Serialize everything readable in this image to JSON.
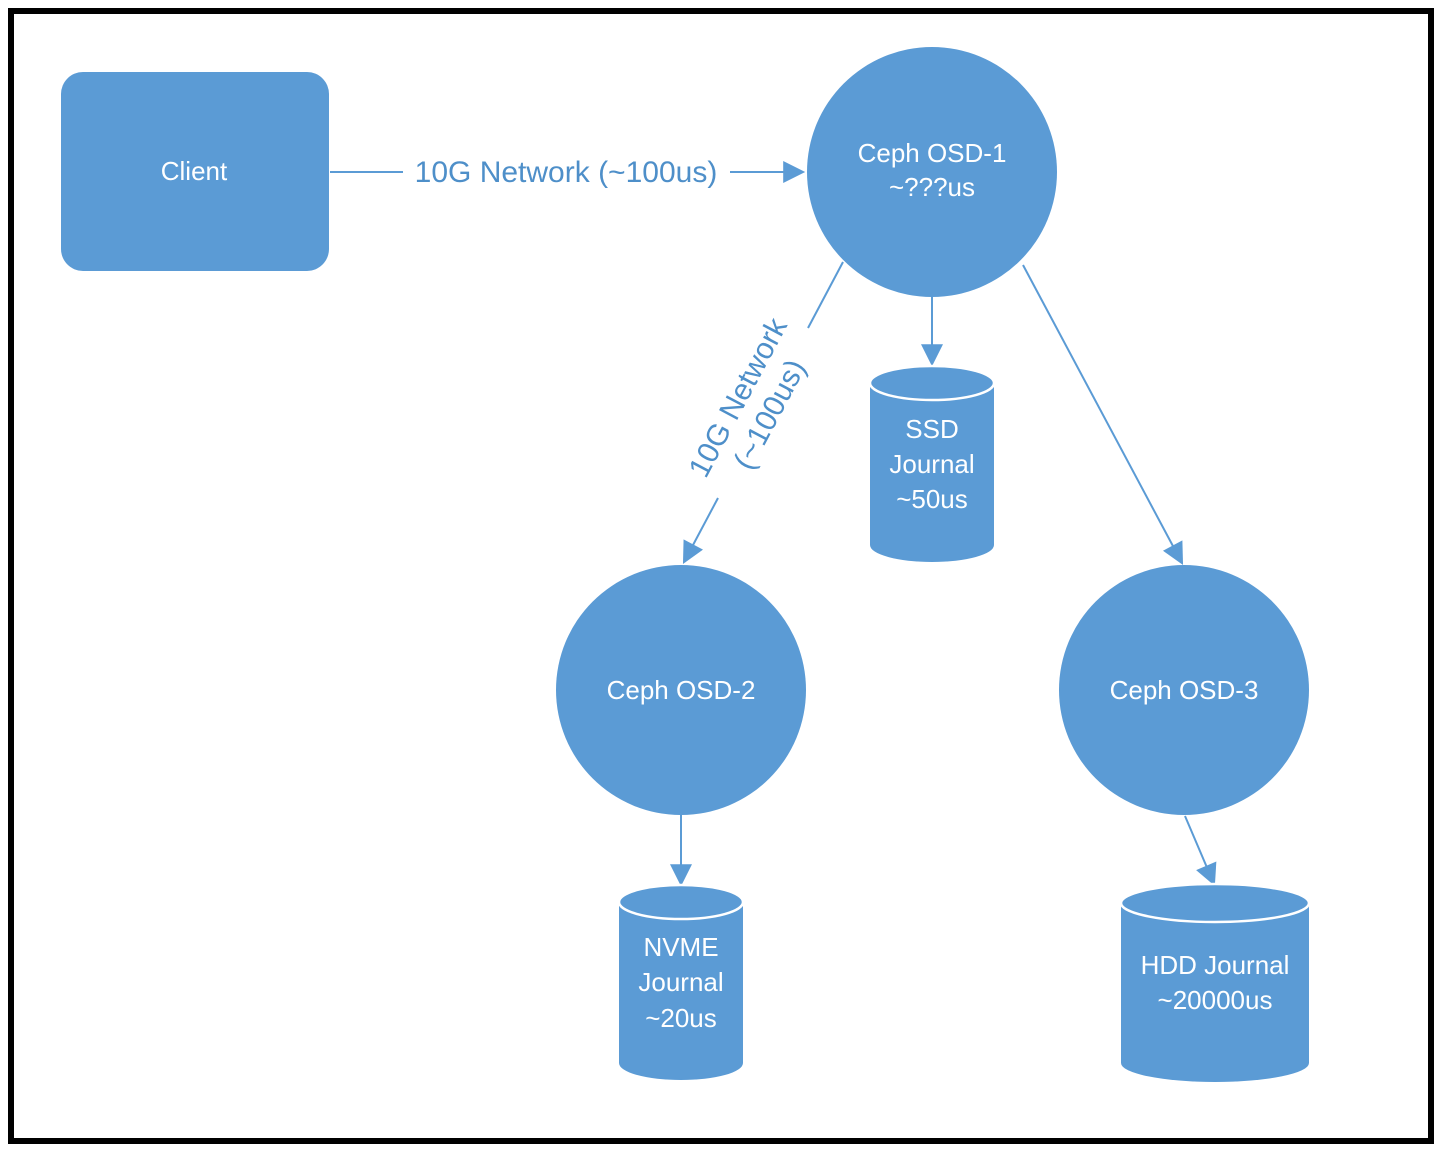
{
  "colors": {
    "node_fill": "#5b9bd5",
    "edge": "#5b9bd5",
    "label_text": "#4e8fc9",
    "frame": "#000000"
  },
  "nodes": {
    "client": {
      "label": "Client"
    },
    "osd1": {
      "line1": "Ceph OSD-1",
      "line2": "~???us"
    },
    "osd2": {
      "label": "Ceph OSD-2"
    },
    "osd3": {
      "label": "Ceph OSD-3"
    },
    "ssd": {
      "line1": "SSD",
      "line2": "Journal",
      "line3": "~50us"
    },
    "nvme": {
      "line1": "NVME",
      "line2": "Journal",
      "line3": "~20us"
    },
    "hdd": {
      "line1": "HDD Journal",
      "line2": "~20000us"
    }
  },
  "edges": {
    "client_to_osd1": {
      "label": "10G Network (~100us)"
    },
    "osd1_to_osd2": {
      "line1": "10G Network",
      "line2": "(~100us)"
    }
  }
}
